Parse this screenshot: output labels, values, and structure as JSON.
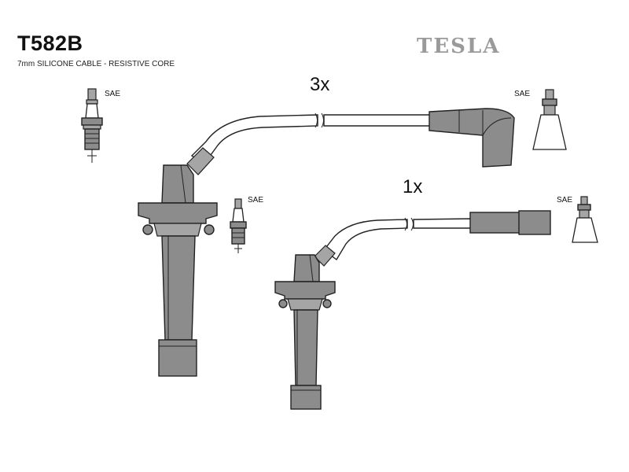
{
  "header": {
    "part_number": "T582B",
    "description": "7mm SILICONE CABLE - RESISTIVE CORE",
    "brand": "TESLA"
  },
  "cables": [
    {
      "quantity_label": "3x"
    },
    {
      "quantity_label": "1x"
    }
  ],
  "labels": {
    "sae_plug_top_left": "SAE",
    "sae_boot_top_right": "SAE",
    "sae_plug_middle": "SAE",
    "sae_boot_right": "SAE"
  },
  "colors": {
    "part_fill": "#8c8c8c",
    "brand_text": "#9a9a9a",
    "outline": "#222222"
  }
}
